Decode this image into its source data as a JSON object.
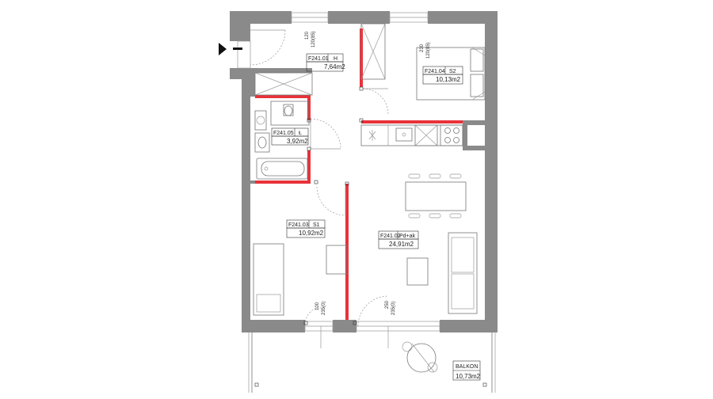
{
  "rooms": [
    {
      "code": "F241.01",
      "type": "H",
      "area": "7,64m2"
    },
    {
      "code": "F241.04",
      "type": "S2",
      "area": "10,13m2"
    },
    {
      "code": "F241.05",
      "type": "Ł",
      "area": "3,92m2"
    },
    {
      "code": "F241.03",
      "type": "S1",
      "area": "10,92m2"
    },
    {
      "code": "F241.02",
      "type": "Pd+ak",
      "area": "24,91m2"
    }
  ],
  "balcony": {
    "name": "BALKON",
    "area": "10,73m2"
  },
  "dimensions": {
    "hall_window": [
      "120",
      "120(85)"
    ],
    "bed2_window": [
      "230",
      "120(85)"
    ],
    "bed1_door": [
      "100",
      "235(0)"
    ],
    "living_door": [
      "250",
      "235(0)"
    ]
  },
  "colors": {
    "wall": "#8a8a8a",
    "highlight": "#e8323a",
    "fixture": "#777777"
  },
  "icons": {
    "entrance": "entrance-arrow-icon",
    "stove": "stove-burners-icon",
    "sink": "sink-icon",
    "table": "dining-table-icon",
    "sofa": "sofa-icon",
    "bed": "bed-icon",
    "bathtub": "bathtub-icon",
    "toilet": "toilet-icon",
    "chair": "lounge-chair-icon"
  }
}
